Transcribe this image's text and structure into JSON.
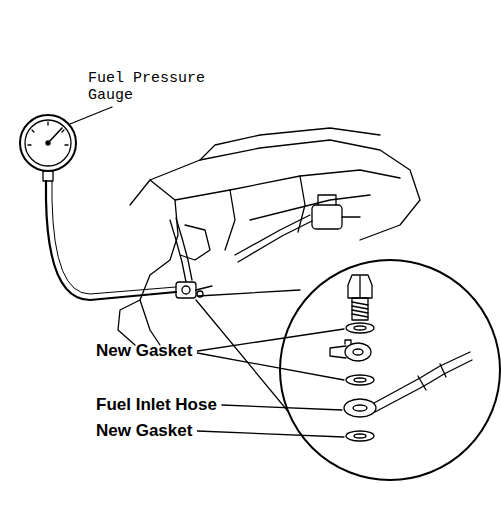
{
  "diagram": {
    "labels": [
      "Fuel Pressure Gauge",
      "New Gasket",
      "Fuel Inlet Hose",
      "New Gasket"
    ]
  }
}
